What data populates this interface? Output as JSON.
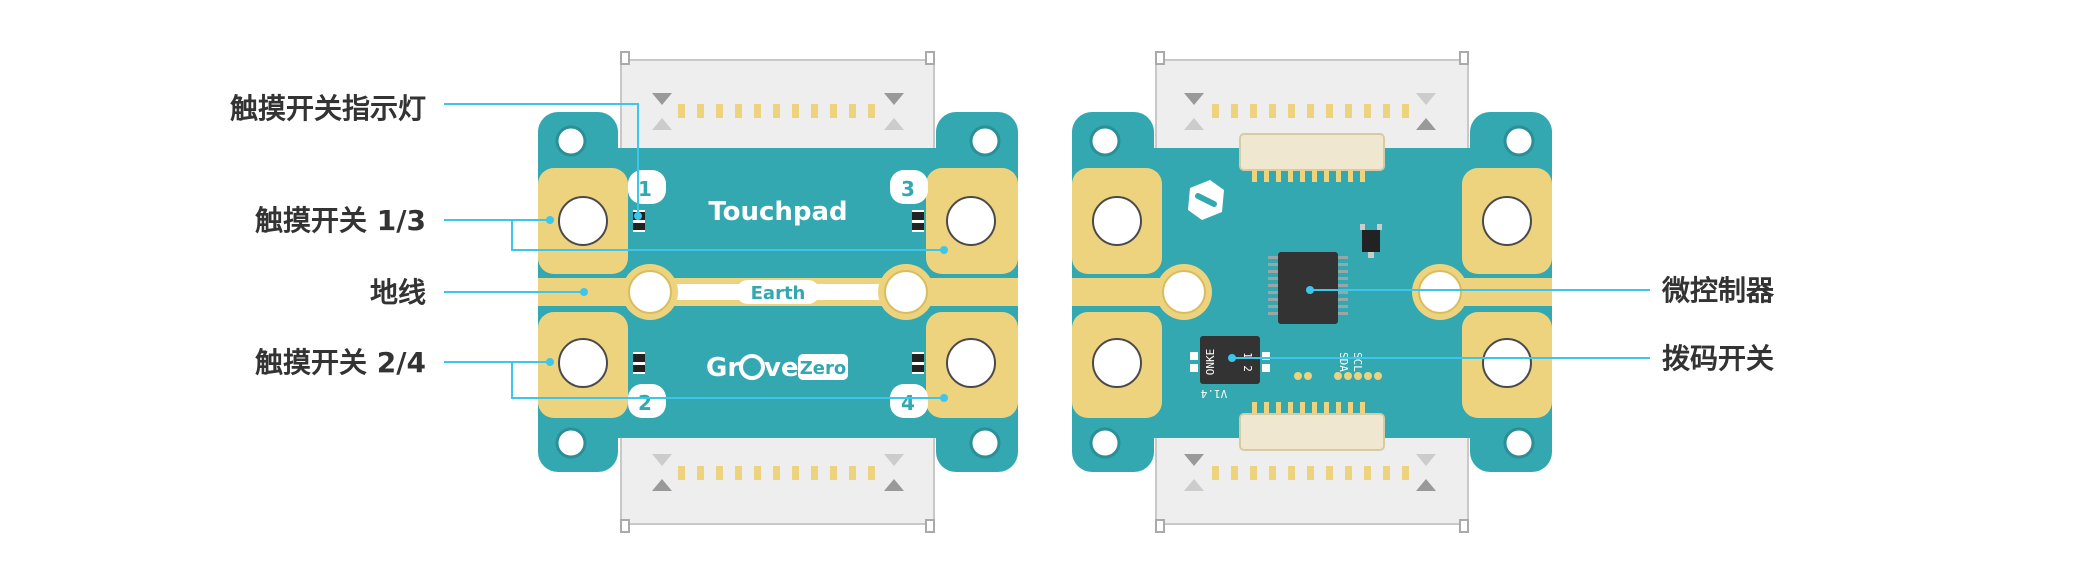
{
  "labels": {
    "indicator": "触摸开关指示灯",
    "touch13": "触摸开关 1/3",
    "earth": "地线",
    "touch24": "触摸开关 2/4",
    "mcu": "微控制器",
    "dip": "拨码开关"
  },
  "front": {
    "title": "Touchpad",
    "earth_text": "Earth",
    "brand_prefix": "Gr",
    "brand_suffix": "ve",
    "brand_badge": "Zero",
    "pad_numbers": [
      "1",
      "3",
      "2",
      "4"
    ]
  },
  "back": {
    "dip_text": "ONKE",
    "dip_nums": "1 2",
    "version": "V1.4",
    "silk_1": "SDA",
    "silk_2": "SCL"
  },
  "colors": {
    "board": "#34A8B0",
    "board_dark": "#2C9CA4",
    "pad_gold": "#EDD37E",
    "pad_gold_dark": "#D9BC5E",
    "connector": "#EEEEEE",
    "callout": "#3DC6EC",
    "label_text": "#333333"
  }
}
